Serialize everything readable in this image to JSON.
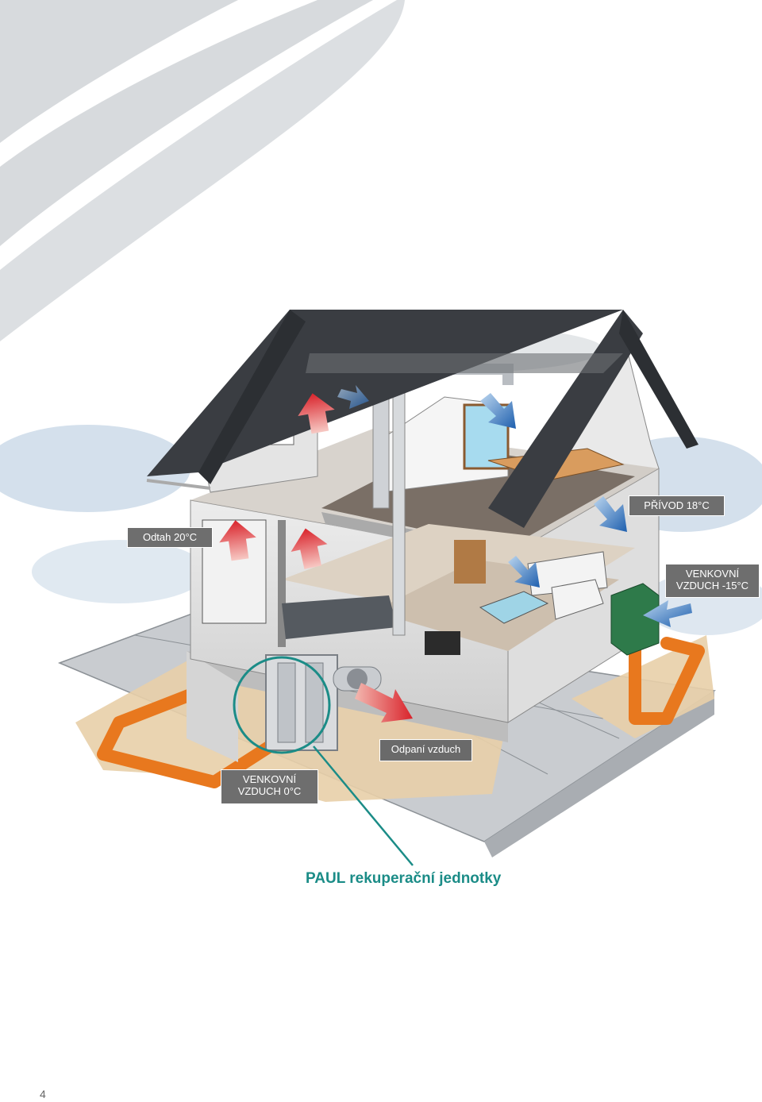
{
  "labels": {
    "privod": "PŘÍVOD 18°C",
    "odtah": "Odtah 20°C",
    "venkovni_cold": [
      "VENKOVNÍ",
      "VZDUCH -15°C"
    ],
    "odpani": "Odpaní vzduch",
    "venkovni_ground": [
      "VENKOVNÍ",
      "VZDUCH 0°C"
    ]
  },
  "caption": "PAUL rekuperační jednotky",
  "page_number": "4",
  "colors": {
    "swoosh": "#d2d5d8",
    "callout_bg": "#6e6e6e",
    "caption": "#1b8c87",
    "warm_arrow": "#e0333a",
    "cool_arrow": "#2d6fb7",
    "ground_pipe": "#e8781e",
    "roof": "#3a3d42",
    "unit_housing": "#2e7a4a"
  }
}
